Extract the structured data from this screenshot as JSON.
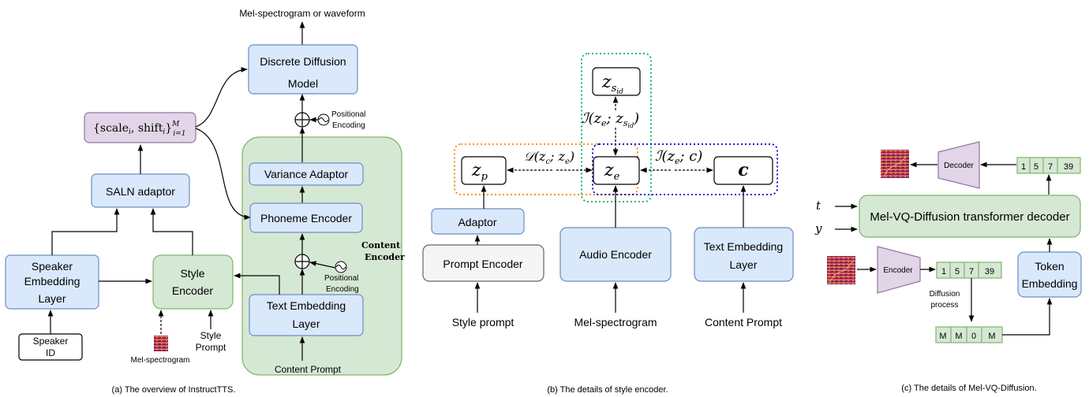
{
  "panel_a": {
    "output_label": "Mel-spectrogram or waveform",
    "diffusion_line1": "Discrete Diffusion",
    "diffusion_line2": "Model",
    "pos_enc_top_1": "Positional",
    "pos_enc_top_2": "Encoding",
    "scale_shift": "{scale",
    "scale_shift_sub_i": "i",
    "scale_shift_mid": ", shift",
    "scale_shift_sub_i2": "i",
    "scale_shift_close": "}",
    "scale_shift_sup": "M",
    "scale_shift_sub": "i=1",
    "saln": "SALN adaptor",
    "variance": "Variance Adaptor",
    "phoneme": "Phoneme Encoder",
    "content_enc_1": "Content",
    "content_enc_2": "Encoder",
    "pos_enc_bot_1": "Positional",
    "pos_enc_bot_2": "Encoding",
    "speaker_emb_1": "Speaker",
    "speaker_emb_2": "Embedding",
    "speaker_emb_3": "Layer",
    "style_enc_1": "Style",
    "style_enc_2": "Encoder",
    "text_emb_1": "Text Embedding",
    "text_emb_2": "Layer",
    "speaker_id_1": "Speaker",
    "speaker_id_2": "ID",
    "mel_label": "Mel-spectrogram",
    "style_prompt_1": "Style",
    "style_prompt_2": "Prompt",
    "content_prompt": "Content Prompt",
    "caption": "(a) The overview of InstructTTS."
  },
  "panel_b": {
    "z_sid": "z",
    "z_sid_sub": "s",
    "z_sid_subsub": "id",
    "mi_sid": "ℐ(z",
    "mi_sid_sub_e": "e",
    "mi_sid_mid": "; z",
    "mi_sid_sub_s": "s",
    "mi_sid_subsub": "id",
    "mi_sid_close": ")",
    "d_label": "𝒟(z",
    "d_sub_c": "c",
    "d_mid": "; z",
    "d_sub_e": "e",
    "d_close": ")",
    "mi_c": "ℐ(z",
    "mi_c_sub_e": "e",
    "mi_c_mid": "; c)",
    "z_p": "z",
    "z_p_sub": "p",
    "z_e": "z",
    "z_e_sub": "e",
    "c": "c",
    "adaptor": "Adaptor",
    "prompt_encoder": "Prompt Encoder",
    "audio_encoder": "Audio Encoder",
    "text_emb_1": "Text Embedding",
    "text_emb_2": "Layer",
    "style_prompt": "Style prompt",
    "mel": "Mel-spectrogram",
    "content_prompt": "Content Prompt",
    "caption": "(b) The details of style encoder."
  },
  "panel_c": {
    "decoder": "Decoder",
    "tokens_top": [
      "1",
      "5",
      "7",
      "39"
    ],
    "t": "t",
    "y": "y",
    "transformer": "Mel-VQ-Diffusion transformer decoder",
    "encoder": "Encoder",
    "tokens_mid": [
      "1",
      "5",
      "7",
      "39"
    ],
    "diffusion_1": "Diffusion",
    "diffusion_2": "process",
    "token_emb_1": "Token",
    "token_emb_2": "Embedding",
    "tokens_masked": [
      "M",
      "M",
      "0",
      "M"
    ],
    "caption": "(c) The details of Mel-VQ-Diffusion."
  },
  "colors": {
    "blue_fill": "#dae8fc",
    "blue_stroke": "#6c8ebf",
    "green_fill": "#d5e8d4",
    "green_stroke": "#82b366",
    "purple_fill": "#e1d5e7",
    "purple_stroke": "#9673a6",
    "gray_fill": "#f5f5f5",
    "gray_stroke": "#666666",
    "orange_dot": "#ff8000",
    "green_dot": "#00b050",
    "blue_dot": "#0000cc"
  }
}
